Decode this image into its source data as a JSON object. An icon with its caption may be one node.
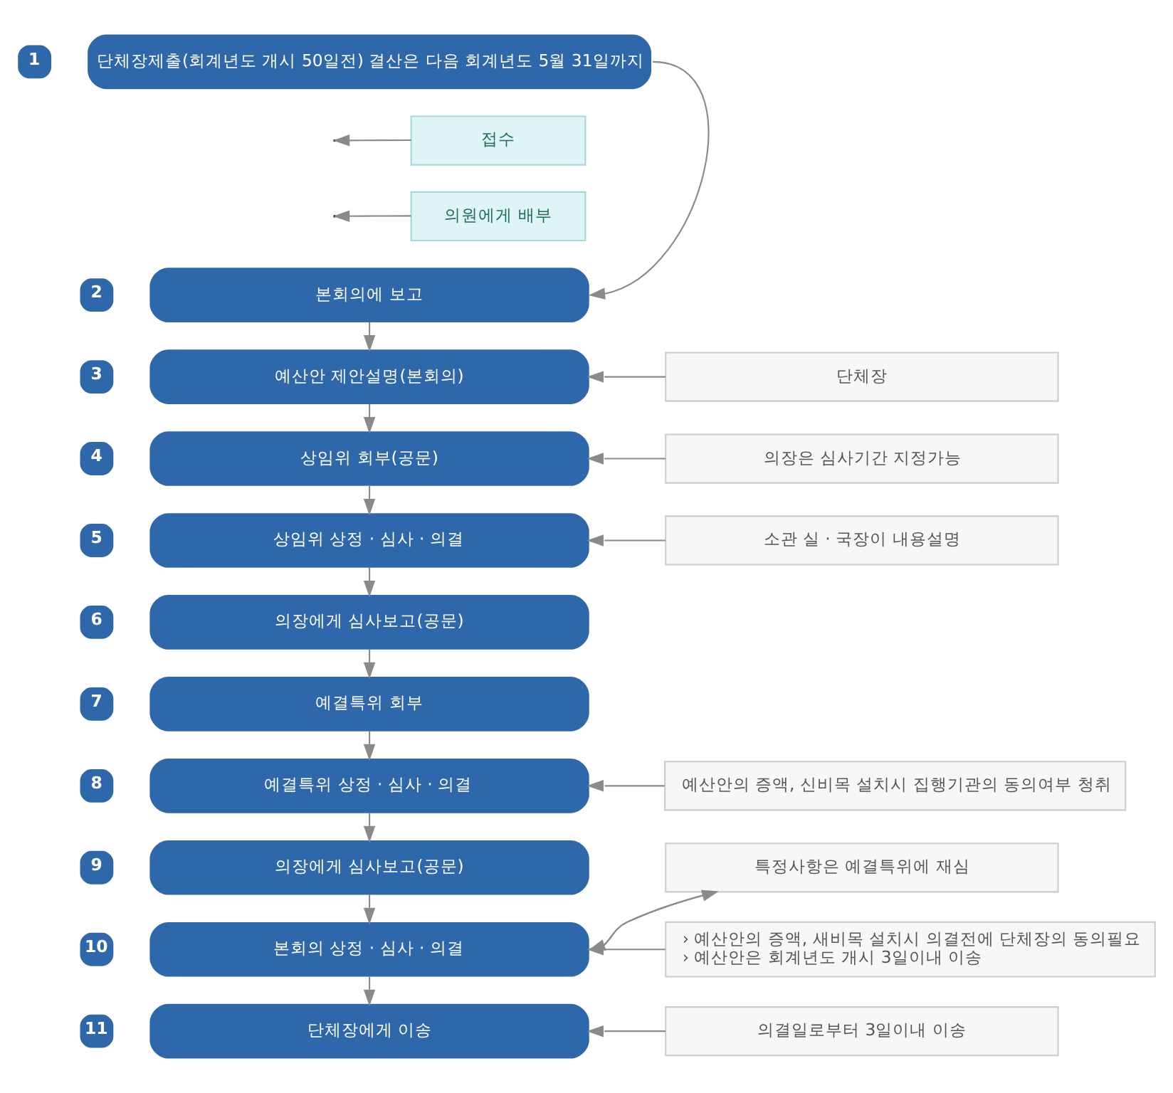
{
  "diagram": {
    "nodes": [
      {
        "text": [
          "단체장제출(회계년도 개시 50일전) 결산은 다음 회계년도 5월 31일까지"
        ],
        "beside": [
          "1"
        ]
      },
      {
        "text": [
          "접수"
        ]
      },
      {
        "text": [
          "의원에게 배부"
        ]
      },
      {
        "text": [
          "본회의에 보고"
        ],
        "beside": [
          "2"
        ]
      },
      {
        "text": [
          "예산안 제안설명(본회의)"
        ],
        "beside": [
          "3"
        ]
      },
      {
        "text": [
          "단체장"
        ]
      },
      {
        "text": [
          "상임위 회부(공문)"
        ],
        "beside": [
          "4"
        ]
      },
      {
        "text": [
          "의장은 심사기간 지정가능"
        ]
      },
      {
        "text": [
          "상임위 상정 · 심사 · 의결"
        ],
        "beside": [
          "5"
        ]
      },
      {
        "text": [
          "소관 실 · 국장이 내용설명"
        ]
      },
      {
        "text": [
          "의장에게 심사보고(공문)"
        ],
        "beside": [
          "6"
        ]
      },
      {
        "text": [
          "예결특위 회부"
        ],
        "beside": [
          "7"
        ]
      },
      {
        "text": [
          "예결특위 상정 · 심사 · 의결"
        ],
        "beside": [
          "8"
        ]
      },
      {
        "text": [
          "예산안의 증액, 신비목 설치시 집행기관의 동의여부 청취"
        ]
      },
      {
        "text": [
          "의장에게 심사보고(공문)"
        ],
        "beside": [
          "9"
        ]
      },
      {
        "text": [
          "특정사항은 예결특위에 재심"
        ]
      },
      {
        "text": [
          "본회의 상정 · 심사 · 의결"
        ],
        "beside": [
          "10"
        ]
      },
      {
        "text": [
          "› 예산안의 증액, 새비목 설치시 의결전에 단체장의 동의필요",
          "› 예산안은 회계년도 개시 3일이내 이송"
        ]
      },
      {
        "text": [
          "단체장에게 이송"
        ],
        "beside": [
          "11"
        ]
      },
      {
        "text": [
          "의결일로부터 3일이내 이송"
        ]
      }
    ],
    "edges": [
      {
        "from": 0,
        "to": 3,
        "arrow": "to"
      },
      {
        "from": 1,
        "to": null,
        "arrow": "to"
      },
      {
        "from": 2,
        "to": null,
        "arrow": "to"
      },
      {
        "from": 3,
        "to": 4,
        "arrow": "to"
      },
      {
        "from": 5,
        "to": 4,
        "arrow": "to"
      },
      {
        "from": 4,
        "to": 6,
        "arrow": "to"
      },
      {
        "from": 7,
        "to": 6,
        "arrow": "to"
      },
      {
        "from": 6,
        "to": 8,
        "arrow": "to"
      },
      {
        "from": 9,
        "to": 8,
        "arrow": "to"
      },
      {
        "from": 8,
        "to": 10,
        "arrow": "to"
      },
      {
        "from": 10,
        "to": 11,
        "arrow": "to"
      },
      {
        "from": 11,
        "to": 12,
        "arrow": "to"
      },
      {
        "from": 13,
        "to": 12,
        "arrow": "to"
      },
      {
        "from": 12,
        "to": 14,
        "arrow": "to"
      },
      {
        "from": 14,
        "to": 16,
        "arrow": "to"
      },
      {
        "from": 16,
        "to": 15,
        "arrow": "to"
      },
      {
        "from": 15,
        "to": 16,
        "arrow": "to"
      },
      {
        "from": 17,
        "to": 16,
        "arrow": "to"
      },
      {
        "from": 16,
        "to": 18,
        "arrow": "to"
      },
      {
        "from": 19,
        "to": 18,
        "arrow": "to"
      }
    ]
  }
}
